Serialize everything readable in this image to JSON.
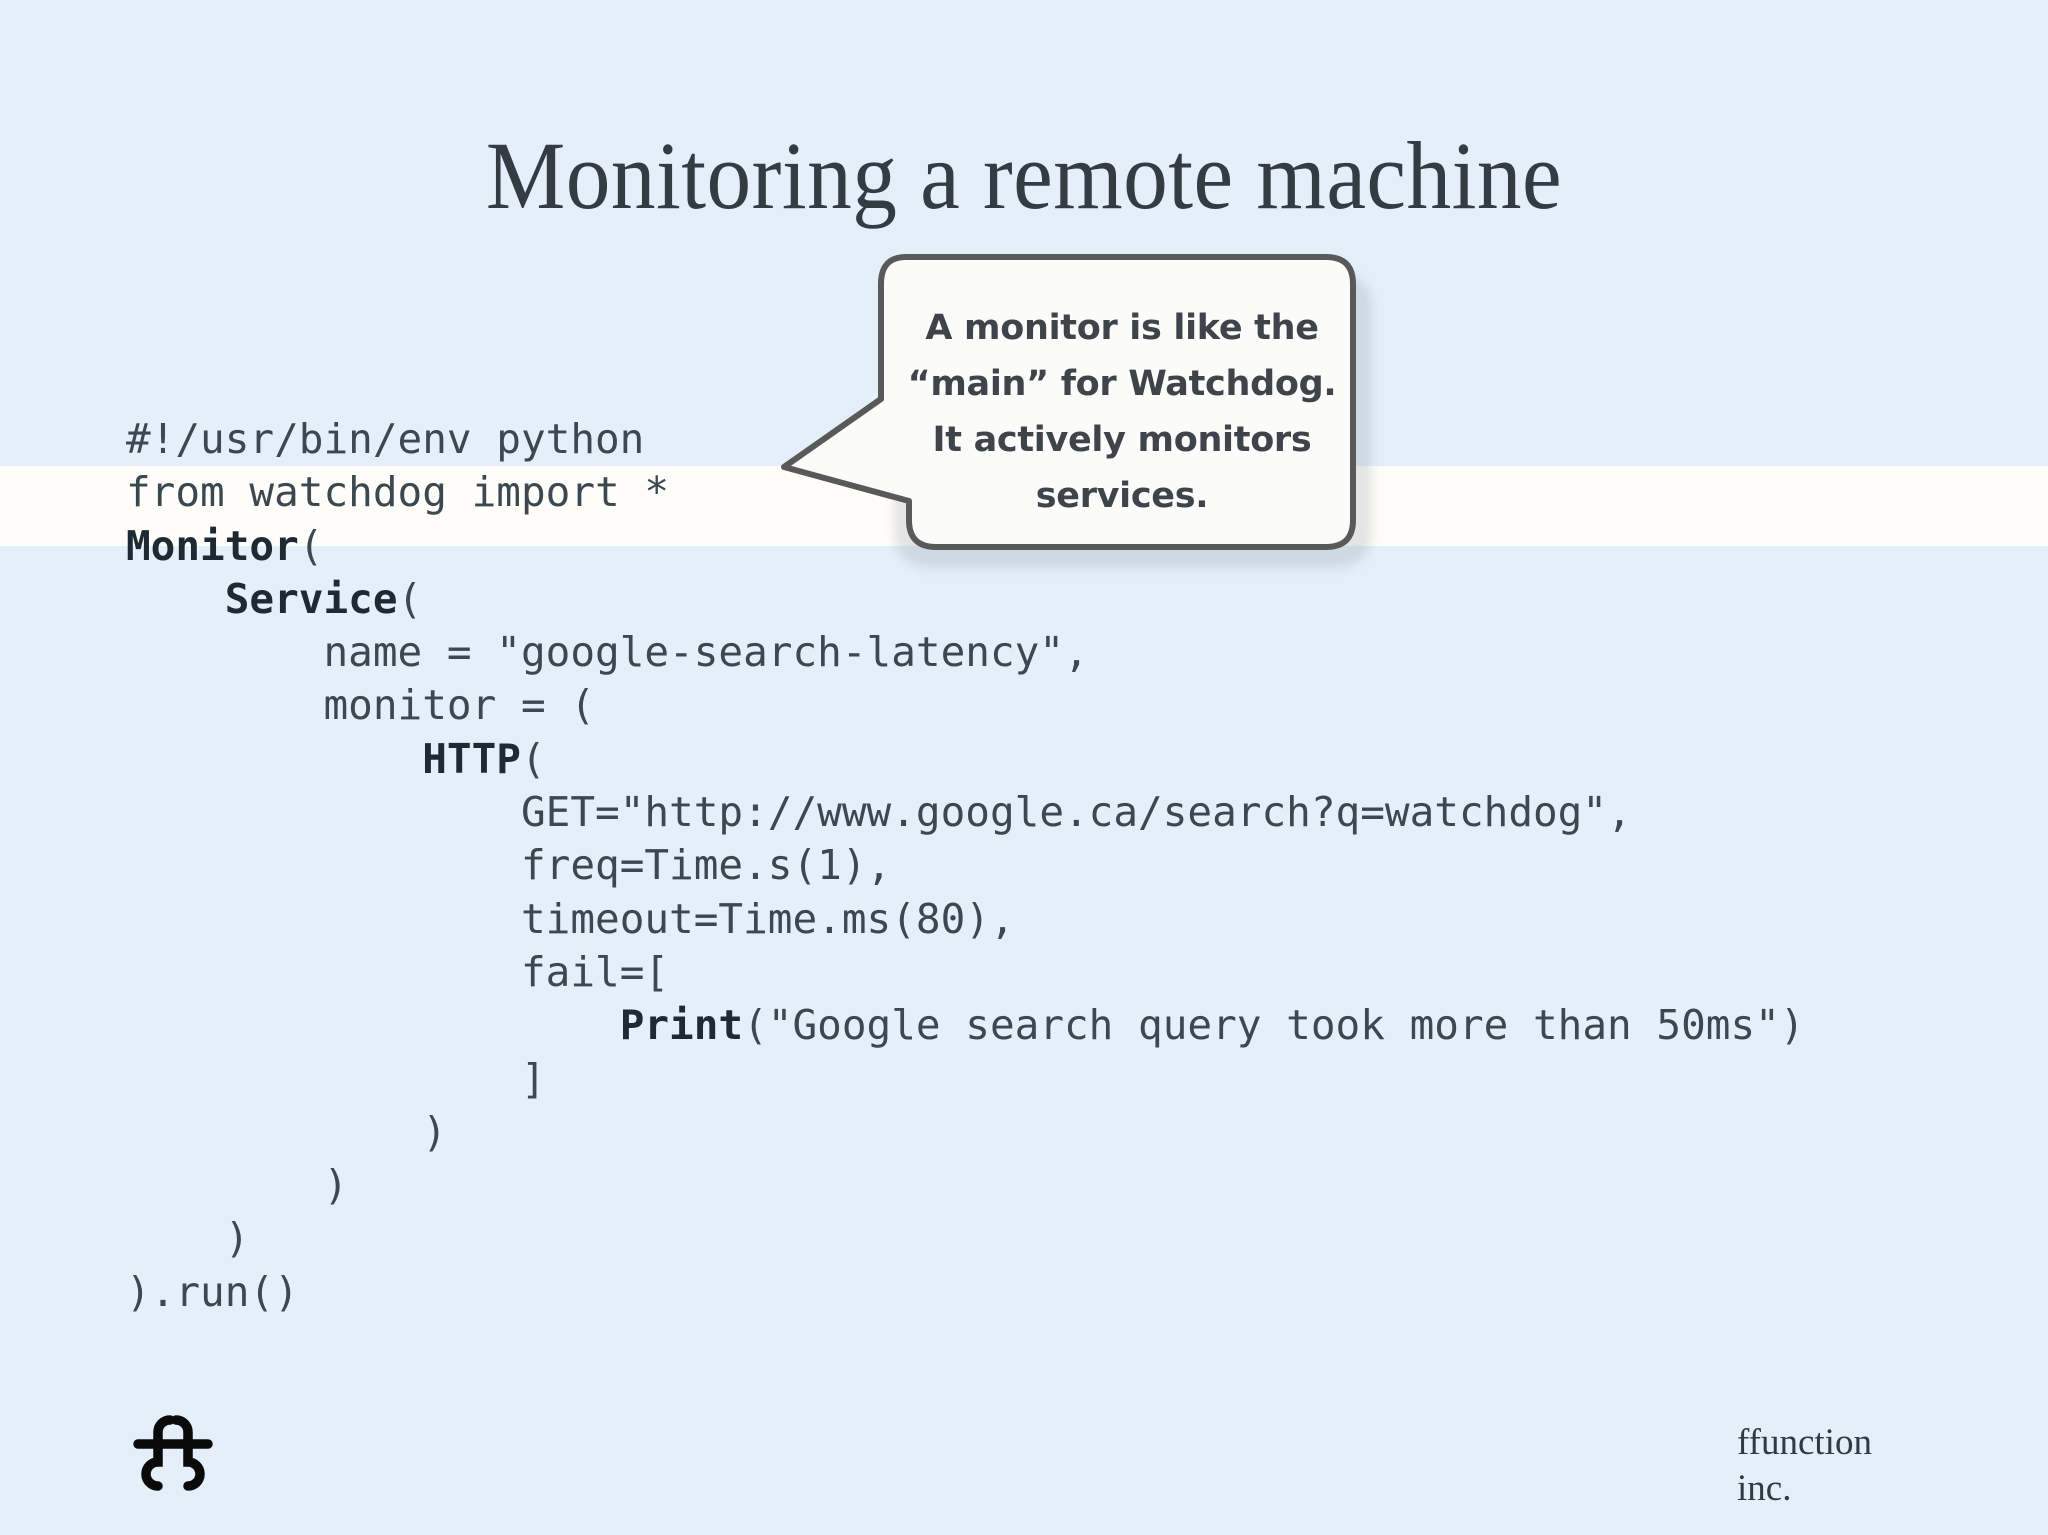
{
  "slide": {
    "background_color": "#e4eff9",
    "highlight_band_color": "#fffdfa",
    "title": "Monitoring a remote machine",
    "title_color": "#333c42"
  },
  "code_block": {
    "language": "python",
    "text_color": "#3b4850",
    "keyword_color": "#1d2a33",
    "lines": [
      {
        "indent": "",
        "parts": [
          {
            "t": "#!/usr/bin/env python",
            "bold": false
          }
        ]
      },
      {
        "indent": "",
        "parts": [
          {
            "t": "from watchdog import *",
            "bold": false
          }
        ]
      },
      {
        "indent": "",
        "parts": [
          {
            "t": "Monitor",
            "bold": true
          },
          {
            "t": "(",
            "bold": false
          }
        ]
      },
      {
        "indent": "    ",
        "parts": [
          {
            "t": "Service",
            "bold": true
          },
          {
            "t": "(",
            "bold": false
          }
        ]
      },
      {
        "indent": "        ",
        "parts": [
          {
            "t": "name = \"google-search-latency\",",
            "bold": false
          }
        ]
      },
      {
        "indent": "        ",
        "parts": [
          {
            "t": "monitor = (",
            "bold": false
          }
        ]
      },
      {
        "indent": "            ",
        "parts": [
          {
            "t": "HTTP",
            "bold": true
          },
          {
            "t": "(",
            "bold": false
          }
        ]
      },
      {
        "indent": "                ",
        "parts": [
          {
            "t": "GET=\"http://www.google.ca/search?q=watchdog\",",
            "bold": false
          }
        ]
      },
      {
        "indent": "                ",
        "parts": [
          {
            "t": "freq=Time.s(1),",
            "bold": false
          }
        ]
      },
      {
        "indent": "                ",
        "parts": [
          {
            "t": "timeout=Time.ms(80),",
            "bold": false
          }
        ]
      },
      {
        "indent": "                ",
        "parts": [
          {
            "t": "fail=[",
            "bold": false
          }
        ]
      },
      {
        "indent": "                    ",
        "parts": [
          {
            "t": "Print",
            "bold": true
          },
          {
            "t": "(\"Google search query took more than 50ms\")",
            "bold": false
          }
        ]
      },
      {
        "indent": "                ",
        "parts": [
          {
            "t": "]",
            "bold": false
          }
        ]
      },
      {
        "indent": "            ",
        "parts": [
          {
            "t": ")",
            "bold": false
          }
        ]
      },
      {
        "indent": "        ",
        "parts": [
          {
            "t": ")",
            "bold": false
          }
        ]
      },
      {
        "indent": "    ",
        "parts": [
          {
            "t": ")",
            "bold": false
          }
        ]
      },
      {
        "indent": "",
        "parts": [
          {
            "t": ").run()",
            "bold": false
          }
        ]
      }
    ]
  },
  "callout": {
    "border_color": "#595959",
    "fill_color": "#fbfbfa",
    "text_color": "#3e4449",
    "lines": [
      "A monitor is like the",
      "“main” for Watchdog.",
      "It actively monitors",
      "services."
    ]
  },
  "footer": {
    "logo_name": "ffunction-ff-ligature-logo",
    "brand_line1": "ffunction",
    "brand_line2": "inc."
  }
}
